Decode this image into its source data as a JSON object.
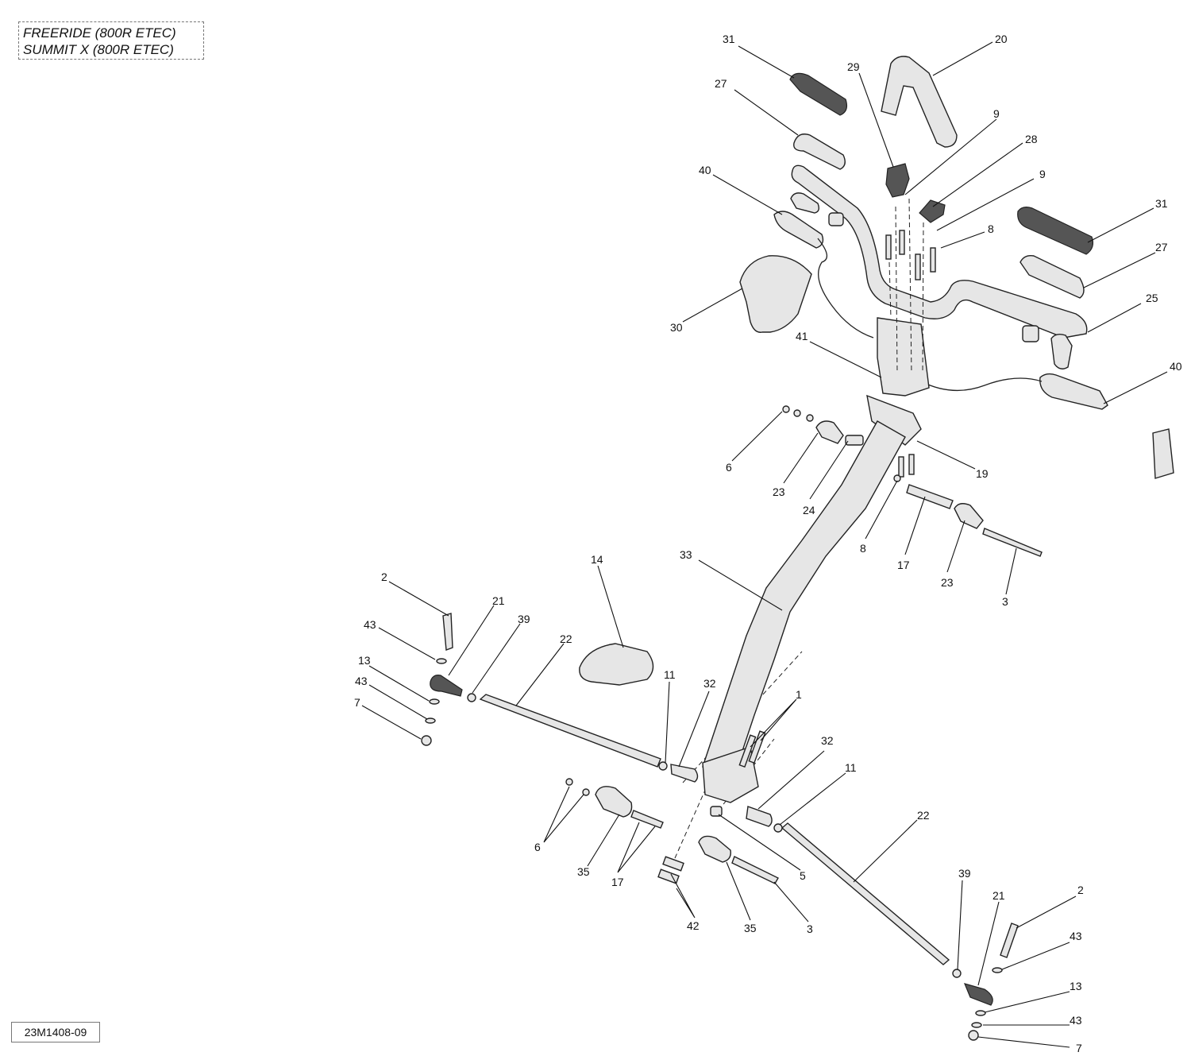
{
  "header": {
    "model_line_1": "FREERIDE (800R ETEC)",
    "model_line_2": "SUMMIT X (800R ETEC)"
  },
  "footer": {
    "diagram_code": "23M1408-09"
  },
  "callouts": [
    {
      "id": "c31a",
      "label": "31"
    },
    {
      "id": "c20",
      "label": "20"
    },
    {
      "id": "c29",
      "label": "29"
    },
    {
      "id": "c27a",
      "label": "27"
    },
    {
      "id": "c9a",
      "label": "9"
    },
    {
      "id": "c28",
      "label": "28"
    },
    {
      "id": "c9b",
      "label": "9"
    },
    {
      "id": "c40a",
      "label": "40"
    },
    {
      "id": "c31b",
      "label": "31"
    },
    {
      "id": "c8a",
      "label": "8"
    },
    {
      "id": "c27b",
      "label": "27"
    },
    {
      "id": "c25",
      "label": "25"
    },
    {
      "id": "c30",
      "label": "30"
    },
    {
      "id": "c41",
      "label": "41"
    },
    {
      "id": "c40b",
      "label": "40"
    },
    {
      "id": "c6a",
      "label": "6"
    },
    {
      "id": "c19",
      "label": "19"
    },
    {
      "id": "c23a",
      "label": "23"
    },
    {
      "id": "c24",
      "label": "24"
    },
    {
      "id": "c8b",
      "label": "8"
    },
    {
      "id": "c17a",
      "label": "17"
    },
    {
      "id": "c23b",
      "label": "23"
    },
    {
      "id": "c3a",
      "label": "3"
    },
    {
      "id": "c14",
      "label": "14"
    },
    {
      "id": "c33",
      "label": "33"
    },
    {
      "id": "c2a",
      "label": "2"
    },
    {
      "id": "c21a",
      "label": "21"
    },
    {
      "id": "c39a",
      "label": "39"
    },
    {
      "id": "c22a",
      "label": "22"
    },
    {
      "id": "c43a",
      "label": "43"
    },
    {
      "id": "c13a",
      "label": "13"
    },
    {
      "id": "c43b",
      "label": "43"
    },
    {
      "id": "c7a",
      "label": "7"
    },
    {
      "id": "c11a",
      "label": "11"
    },
    {
      "id": "c32a",
      "label": "32"
    },
    {
      "id": "c1",
      "label": "1"
    },
    {
      "id": "c32b",
      "label": "32"
    },
    {
      "id": "c11b",
      "label": "11"
    },
    {
      "id": "c6b",
      "label": "6"
    },
    {
      "id": "c22b",
      "label": "22"
    },
    {
      "id": "c35a",
      "label": "35"
    },
    {
      "id": "c17b",
      "label": "17"
    },
    {
      "id": "c5",
      "label": "5"
    },
    {
      "id": "c42",
      "label": "42"
    },
    {
      "id": "c35b",
      "label": "35"
    },
    {
      "id": "c3b",
      "label": "3"
    },
    {
      "id": "c39b",
      "label": "39"
    },
    {
      "id": "c21b",
      "label": "21"
    },
    {
      "id": "c2b",
      "label": "2"
    },
    {
      "id": "c43c",
      "label": "43"
    },
    {
      "id": "c13b",
      "label": "13"
    },
    {
      "id": "c43d",
      "label": "43"
    },
    {
      "id": "c7b",
      "label": "7"
    }
  ]
}
